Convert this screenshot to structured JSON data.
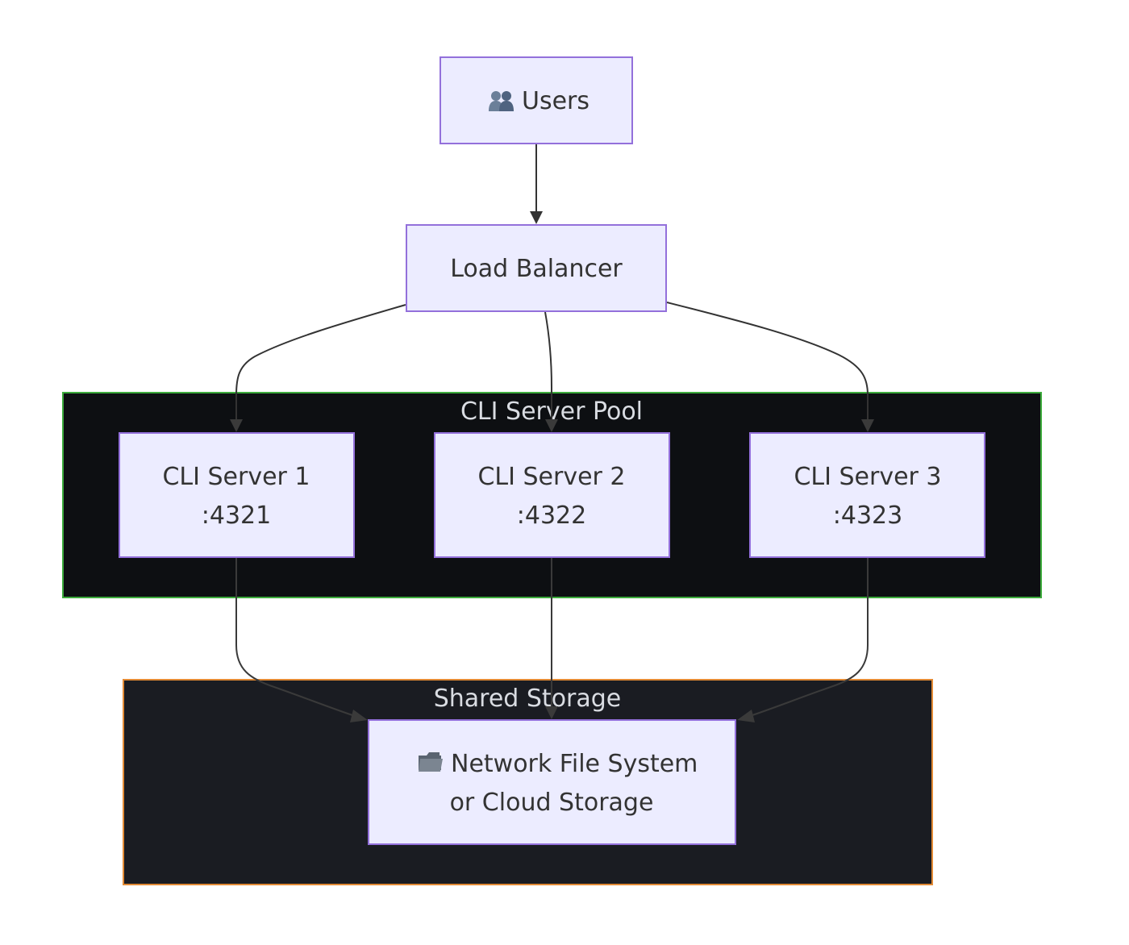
{
  "diagram": {
    "nodes": {
      "users": {
        "icon": "users-icon",
        "label": "Users"
      },
      "load_balancer": {
        "label": "Load Balancer"
      },
      "server1": {
        "line1": "CLI Server 1",
        "line2": ":4321"
      },
      "server2": {
        "line1": "CLI Server 2",
        "line2": ":4322"
      },
      "server3": {
        "line1": "CLI Server 3",
        "line2": ":4323"
      },
      "storage": {
        "icon": "folder-icon",
        "line1": "Network File System",
        "line2": "or Cloud Storage"
      }
    },
    "clusters": {
      "pool": {
        "title": "CLI Server Pool",
        "fill": "#0d0f12",
        "border": "#3cab3c"
      },
      "shared": {
        "title": "Shared Storage",
        "fill": "#1a1c22",
        "border": "#e28a35"
      }
    },
    "edges": [
      {
        "from": "Users",
        "to": "Load Balancer"
      },
      {
        "from": "Load Balancer",
        "to": "CLI Server 1"
      },
      {
        "from": "Load Balancer",
        "to": "CLI Server 2"
      },
      {
        "from": "Load Balancer",
        "to": "CLI Server 3"
      },
      {
        "from": "CLI Server 1",
        "to": "Network File System or Cloud Storage"
      },
      {
        "from": "CLI Server 2",
        "to": "Network File System or Cloud Storage"
      },
      {
        "from": "CLI Server 3",
        "to": "Network File System or Cloud Storage"
      }
    ],
    "colors": {
      "node_fill": "#ececff",
      "node_border": "#9370db",
      "edge": "#333333"
    }
  }
}
